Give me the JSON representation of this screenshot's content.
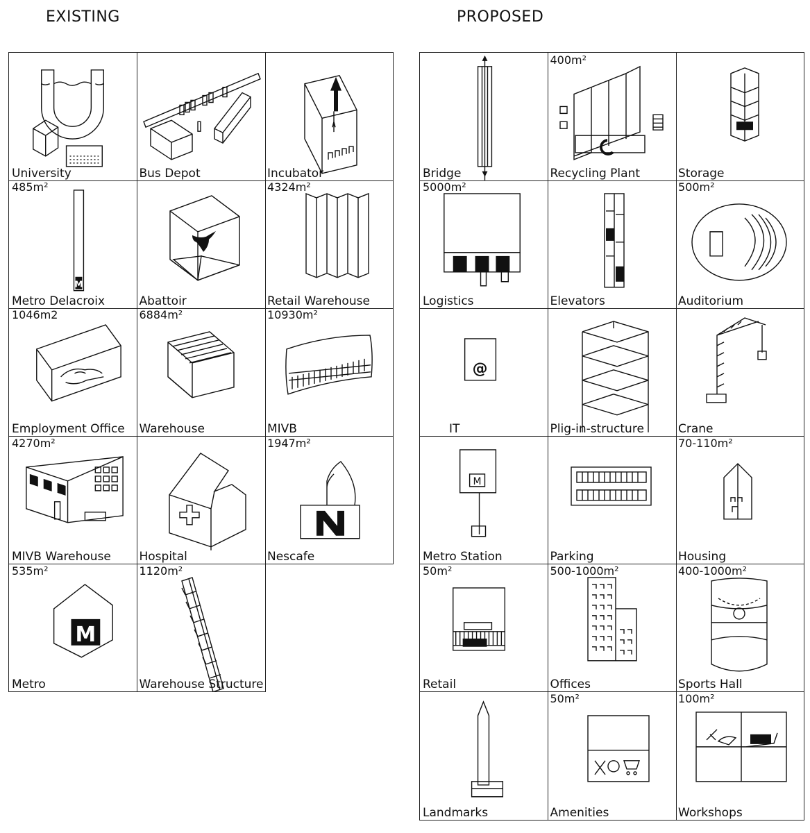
{
  "headings": {
    "existing": "EXISTING",
    "proposed": "PROPOSED"
  },
  "existing": [
    {
      "label": "University",
      "area": "",
      "icon": "university-icon"
    },
    {
      "label": "Bus Depot",
      "area": "",
      "icon": "bus-depot-icon"
    },
    {
      "label": "Incubator",
      "area": "",
      "icon": "incubator-icon"
    },
    {
      "label": "Metro Delacroix",
      "area": "485m²",
      "icon": "metro-delacroix-icon"
    },
    {
      "label": "Abattoir",
      "area": "",
      "icon": "abattoir-icon"
    },
    {
      "label": "Retail Warehouse",
      "area": "4324m²",
      "icon": "retail-warehouse-icon"
    },
    {
      "label": "Employment Office",
      "area": "1046m2",
      "icon": "employment-office-icon"
    },
    {
      "label": "Warehouse",
      "area": "6884m²",
      "icon": "warehouse-icon"
    },
    {
      "label": "MIVB",
      "area": "10930m²",
      "icon": "mivb-icon"
    },
    {
      "label": "MIVB Warehouse",
      "area": "4270m²",
      "icon": "mivb-warehouse-icon"
    },
    {
      "label": "Hospital",
      "area": "",
      "icon": "hospital-icon"
    },
    {
      "label": "Nescafe",
      "area": "1947m²",
      "icon": "nescafe-icon"
    },
    {
      "label": "Metro",
      "area": "535m²",
      "icon": "metro-icon"
    },
    {
      "label": "Warehouse Structure",
      "area": "1120m²",
      "icon": "warehouse-structure-icon"
    }
  ],
  "proposed": [
    {
      "label": "Bridge",
      "area": "",
      "icon": "bridge-icon"
    },
    {
      "label": "Recycling Plant",
      "area": "400m²",
      "icon": "recycling-plant-icon"
    },
    {
      "label": "Storage",
      "area": "",
      "icon": "storage-icon"
    },
    {
      "label": "Logistics",
      "area": "5000m²",
      "icon": "logistics-icon"
    },
    {
      "label": "Elevators",
      "area": "",
      "icon": "elevators-icon"
    },
    {
      "label": "Auditorium",
      "area": "500m²",
      "icon": "auditorium-icon"
    },
    {
      "label": "IT",
      "area": "",
      "icon": "it-icon"
    },
    {
      "label": "Plig-in-structure",
      "area": "",
      "icon": "plug-in-structure-icon"
    },
    {
      "label": "Crane",
      "area": "",
      "icon": "crane-icon"
    },
    {
      "label": "Metro Station",
      "area": "",
      "icon": "metro-station-icon"
    },
    {
      "label": "Parking",
      "area": "",
      "icon": "parking-icon"
    },
    {
      "label": "Housing",
      "area": "70-110m²",
      "icon": "housing-icon"
    },
    {
      "label": "Retail",
      "area": "50m²",
      "icon": "retail-icon"
    },
    {
      "label": "Offices",
      "area": "500-1000m²",
      "icon": "offices-icon"
    },
    {
      "label": "Sports Hall",
      "area": "400-1000m²",
      "icon": "sports-hall-icon"
    },
    {
      "label": "Landmarks",
      "area": "",
      "icon": "landmarks-icon"
    },
    {
      "label": "Amenities",
      "area": "50m²",
      "icon": "amenities-icon"
    },
    {
      "label": "Workshops",
      "area": "100m²",
      "icon": "workshops-icon"
    }
  ]
}
